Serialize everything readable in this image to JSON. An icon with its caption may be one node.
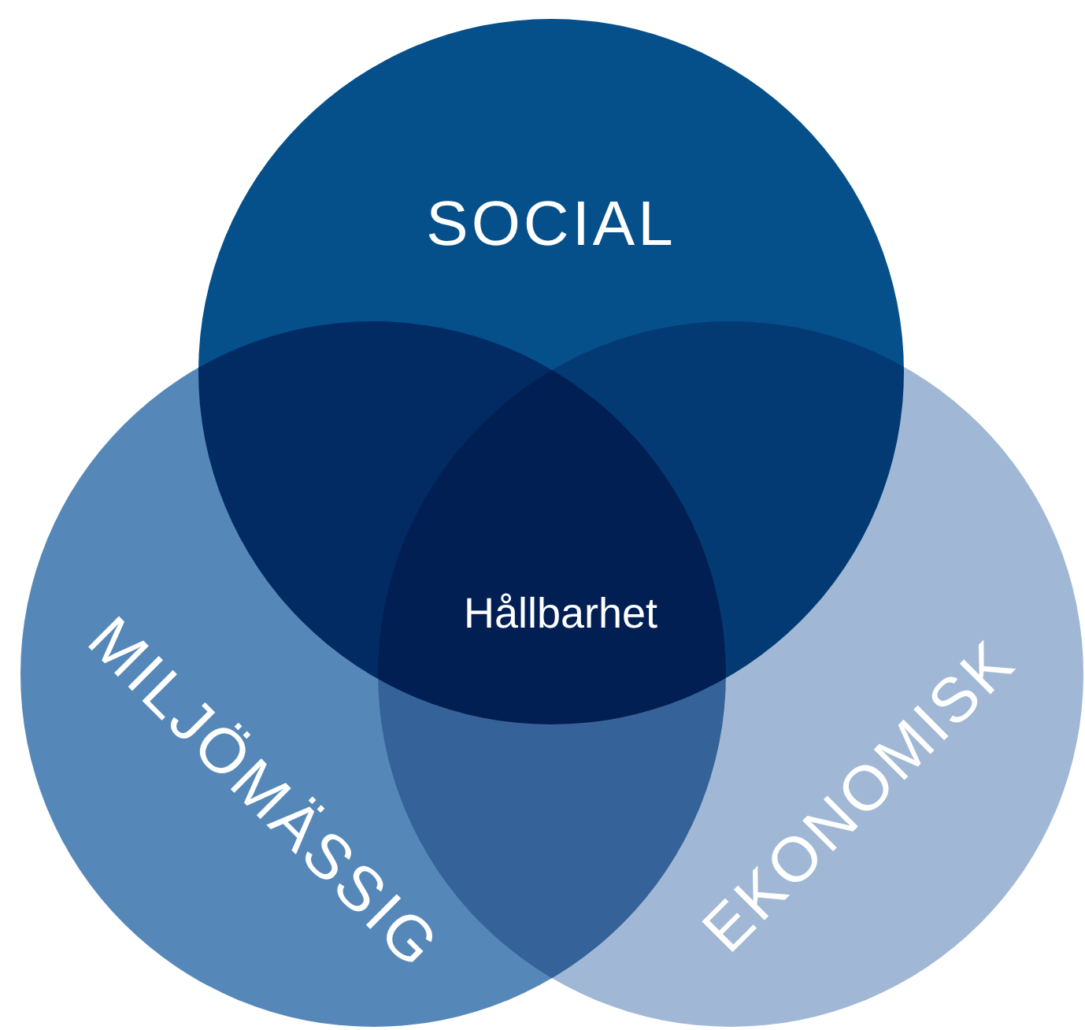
{
  "diagram": {
    "nodes": [
      {
        "text": [
          "SOCIAL"
        ]
      },
      {
        "text": [
          "MILJÖMÄSSIG"
        ]
      },
      {
        "text": [
          "EKONOMISK"
        ]
      }
    ],
    "labels": [
      "Hållbarhet"
    ]
  }
}
